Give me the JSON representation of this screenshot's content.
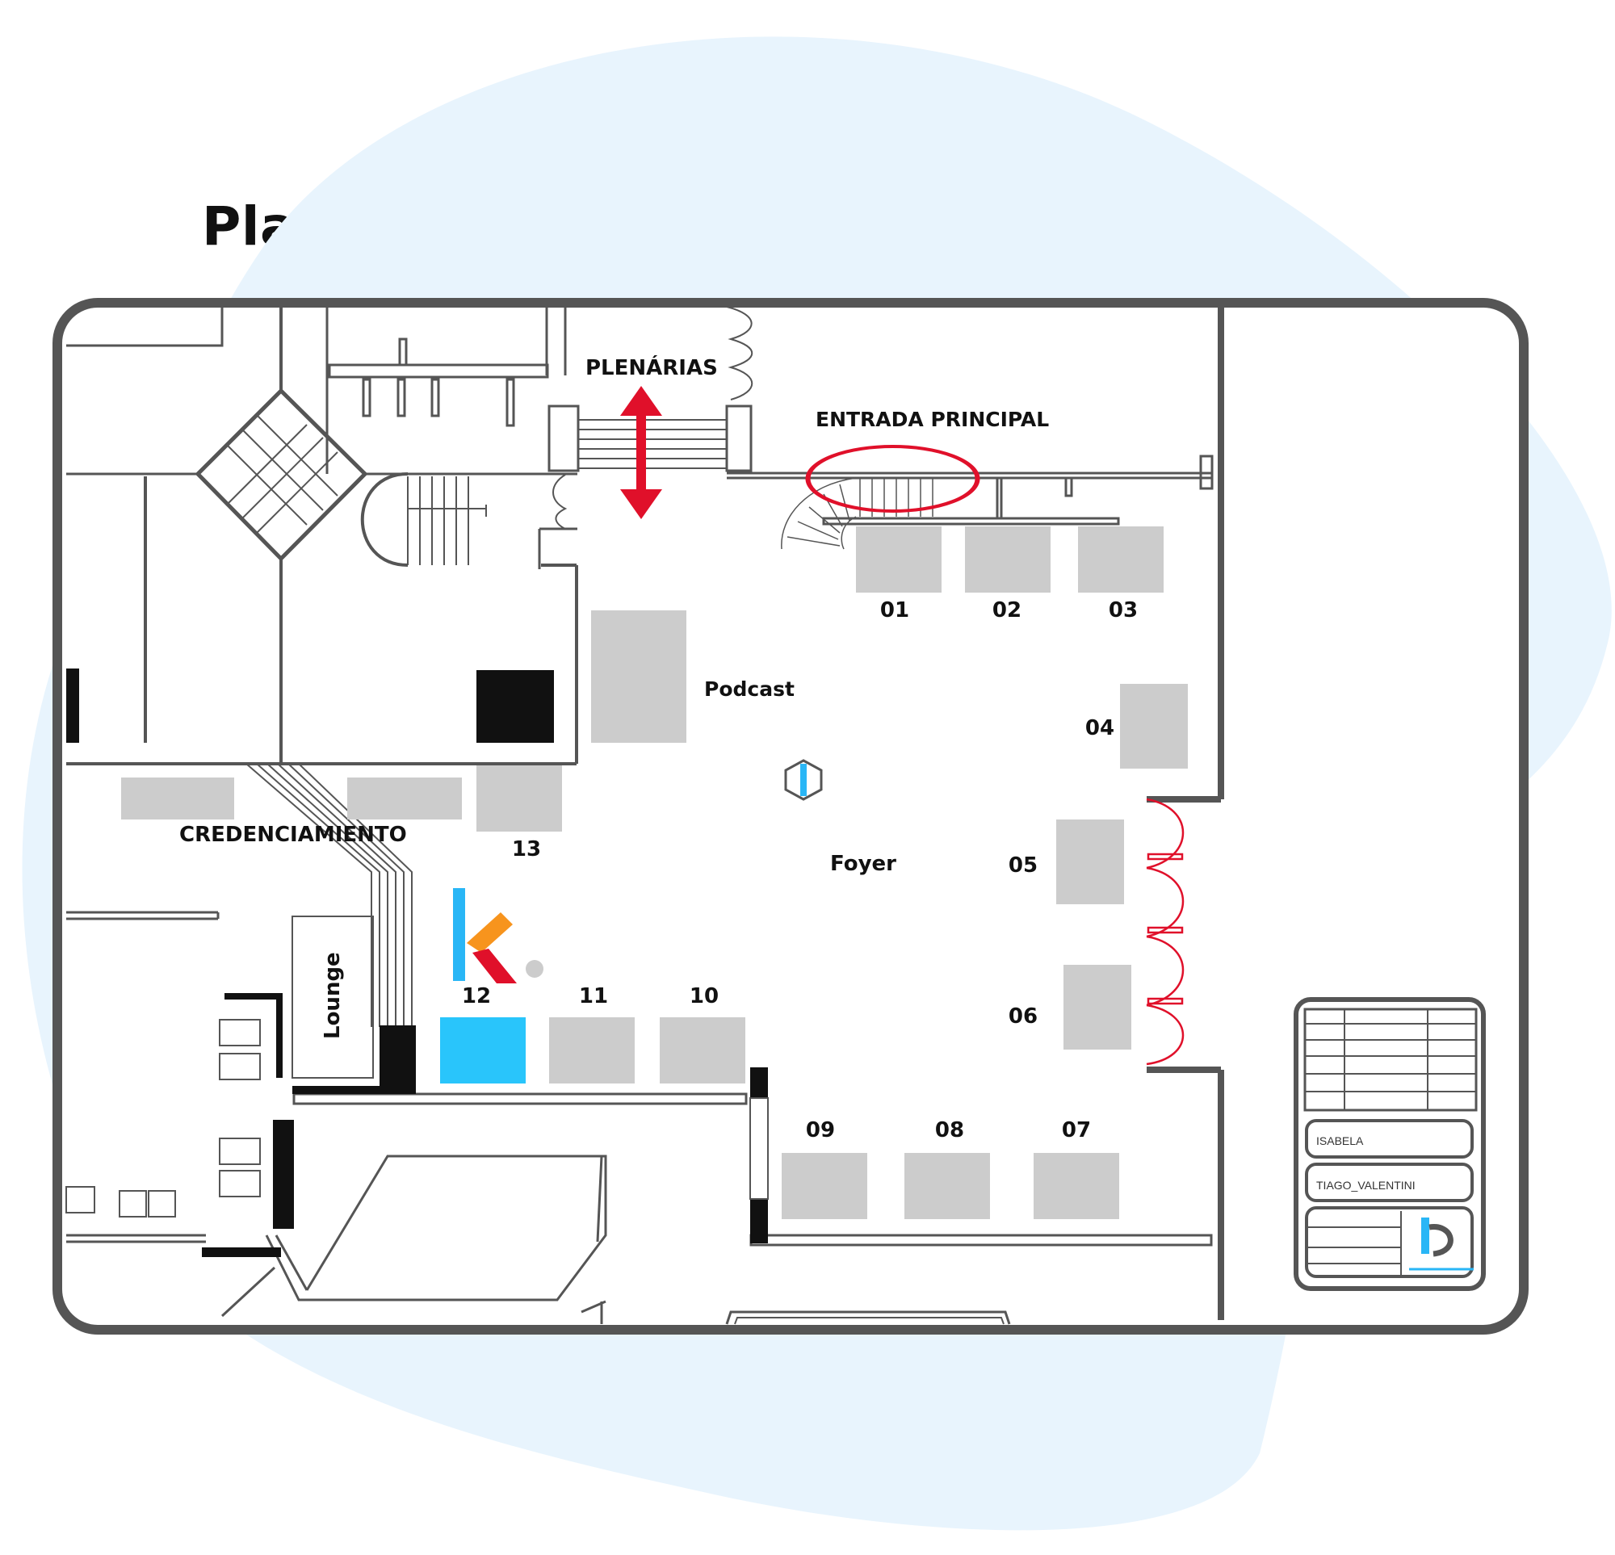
{
  "title": "Planta Estandes",
  "labels": {
    "plenarias": "PLENÁRIAS",
    "entrada": "ENTRADA PRINCIPAL",
    "podcast": "Podcast",
    "credenciamento": "CREDENCIAMIENTO",
    "foyer": "Foyer",
    "lounge": "Lounge"
  },
  "stands": [
    {
      "id": "01",
      "label": "01",
      "highlight": false
    },
    {
      "id": "02",
      "label": "02",
      "highlight": false
    },
    {
      "id": "03",
      "label": "03",
      "highlight": false
    },
    {
      "id": "04",
      "label": "04",
      "highlight": false
    },
    {
      "id": "05",
      "label": "05",
      "highlight": false
    },
    {
      "id": "06",
      "label": "06",
      "highlight": false
    },
    {
      "id": "07",
      "label": "07",
      "highlight": false
    },
    {
      "id": "08",
      "label": "08",
      "highlight": false
    },
    {
      "id": "09",
      "label": "09",
      "highlight": false
    },
    {
      "id": "10",
      "label": "10",
      "highlight": false
    },
    {
      "id": "11",
      "label": "11",
      "highlight": false
    },
    {
      "id": "12",
      "label": "12",
      "highlight": true
    },
    {
      "id": "13",
      "label": "13",
      "highlight": false
    }
  ],
  "title_block": {
    "field_1": "ISABELA",
    "field_2": "TIAGO_VALENTINI"
  },
  "colors": {
    "background_blob": "#e8f4fd",
    "wall": "#555555",
    "stand": "#cccccc",
    "highlight_stand": "#29c5fb",
    "accent_red": "#e0102a",
    "logo_blue": "#29b6f6",
    "logo_orange": "#f7941d",
    "logo_red": "#e0102a"
  },
  "icons": {
    "arrow": "double-arrow-vertical",
    "entrance_marker": "red-ellipse",
    "stairs": "spiral-staircase",
    "logo": "k-logo",
    "center_marker": "hexagon-icon"
  }
}
